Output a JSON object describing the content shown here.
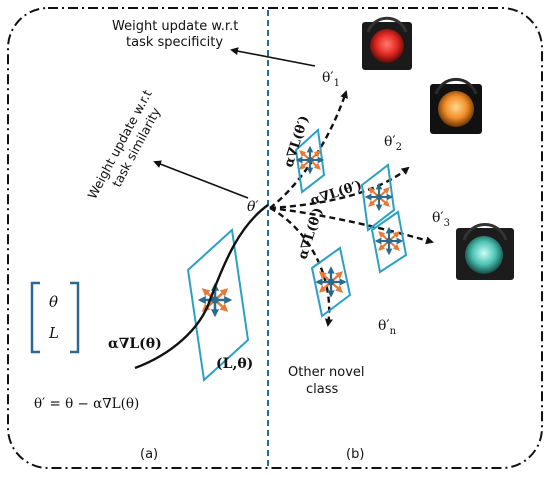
{
  "labels": {
    "top_annotation_line1": "Weight update w.r.t",
    "top_annotation_line2": "task specificity",
    "left_annotation_line1": "Weight update w.r.t",
    "left_annotation_line2": "task similarity",
    "theta_prime_center": "θ′",
    "vector_theta": "θ",
    "vector_L": "L",
    "alpha_grad_main": "α∇L(θ)",
    "plane_label": "(L,θ)",
    "update_formula": "θ′ = θ − α∇L(θ)",
    "panel_a": "(a)",
    "panel_b": "(b)",
    "theta_1": "θ′",
    "theta_1_sub": "1",
    "theta_2": "θ′",
    "theta_2_sub": "2",
    "theta_3": "θ′",
    "theta_3_sub": "3",
    "theta_n": "θ′",
    "theta_n_sub": "n",
    "grad_branch_1": "α∇L(θ′)",
    "grad_branch_2": "α∇L(θ′)",
    "grad_branch_3": "α∇L(θ′)",
    "other_novel_line1": "Other novel",
    "other_novel_line2": "class"
  },
  "colors": {
    "plane": "#2aa1c4",
    "arrow_blue": "#2a6a8f",
    "arrow_orange": "#e67a3a",
    "divider": "#2a6a8f",
    "light_red": "#e42a22",
    "light_amber": "#f2902a",
    "light_green": "#4ec3b4"
  },
  "icons": {
    "traffic_light_red": "traffic-light-red-icon",
    "traffic_light_amber": "traffic-light-amber-icon",
    "traffic_light_green": "traffic-light-green-icon"
  }
}
